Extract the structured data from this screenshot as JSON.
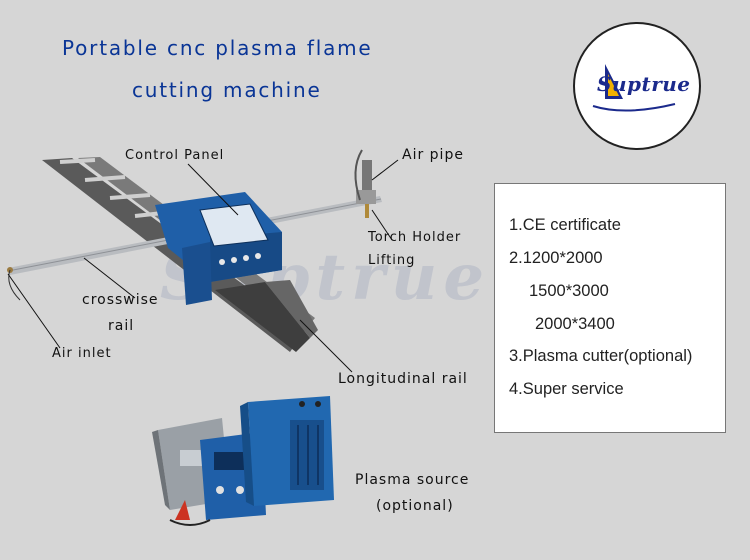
{
  "title": {
    "line1": "Portable cnc plasma flame",
    "line2": "cutting machine"
  },
  "logo": {
    "text": "Suptrue"
  },
  "callouts": {
    "control_panel": "Control Panel",
    "air_pipe": "Air pipe",
    "torch_holder": "Torch Holder",
    "lifting": "Lifting",
    "crosswise": "crosswise",
    "rail": "rail",
    "air_inlet": "Air inlet",
    "longitudinal_rail": "Longitudinal rail",
    "plasma_source": "Plasma source",
    "optional": "(optional)"
  },
  "specs": {
    "items": [
      "1.CE certificate",
      "2.1200*2000",
      "1500*3000",
      "2000*3400",
      "3.Plasma cutter(optional)",
      "4.Super service"
    ]
  },
  "colors": {
    "title_blue": "#0a3596",
    "machine_blue": "#1f5fa8",
    "rail_dark": "#4a4a4a",
    "background": "#d6d6d6"
  }
}
